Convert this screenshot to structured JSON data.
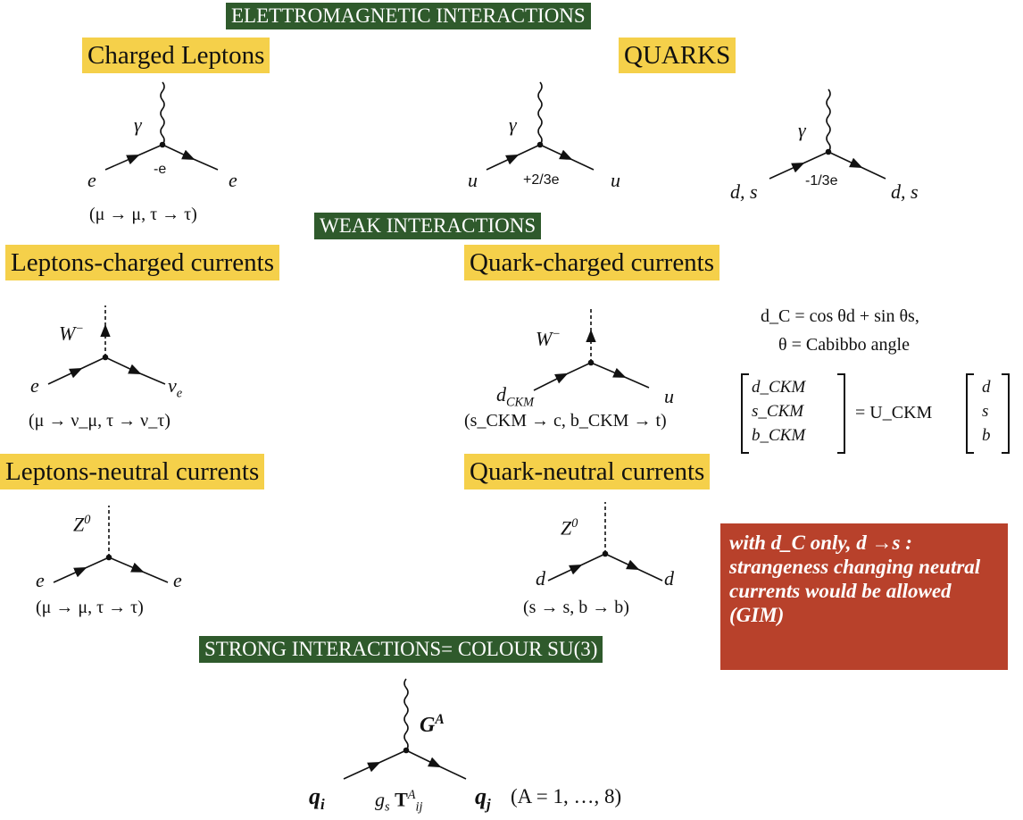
{
  "banners": {
    "em": "ELETTROMAGNETIC INTERACTIONS",
    "weak": "WEAK INTERACTIONS",
    "strong": "STRONG INTERACTIONS= COLOUR SU(3)"
  },
  "headings": {
    "charged_leptons": "Charged Leptons",
    "quarks": "QUARKS",
    "leptons_cc": "Leptons-charged currents",
    "quark_cc": "Quark-charged currents",
    "leptons_nc": "Leptons-neutral currents",
    "quark_nc": "Quark-neutral currents"
  },
  "em": {
    "lepton": {
      "boson": "γ",
      "in": "e",
      "out": "e",
      "charge": "-e",
      "note": "(μ → μ,  τ → τ)"
    },
    "up": {
      "boson": "γ",
      "in": "u",
      "out": "u",
      "charge": "+2/3e"
    },
    "down": {
      "boson": "γ",
      "in": "d, s",
      "out": "d, s",
      "charge": "-1/3e"
    }
  },
  "weak": {
    "lepton_cc": {
      "boson": "W",
      "boson_sup": "−",
      "in": "e",
      "out": "ν",
      "out_sub": "e",
      "note": "(μ → ν_μ,  τ → ν_τ)"
    },
    "quark_cc": {
      "boson": "W",
      "boson_sup": "−",
      "in": "d",
      "in_sub": "CKM",
      "out": "u",
      "note": "(s_CKM → c,  b_CKM → t)"
    },
    "lepton_nc": {
      "boson": "Z",
      "boson_sup": "0",
      "in": "e",
      "out": "e",
      "note": "(μ → μ,  τ → τ)"
    },
    "quark_nc": {
      "boson": "Z",
      "boson_sup": "0",
      "in": "d",
      "out": "d",
      "note": "(s → s,  b → b)"
    }
  },
  "cabibbo": {
    "line1": "d_C = cos θd + sin θs,",
    "line2": "θ = Cabibbo angle",
    "left_vector": [
      "d_CKM",
      "s_CKM",
      "b_CKM"
    ],
    "operator": "= U_CKM",
    "right_vector": [
      "d",
      "s",
      "b"
    ]
  },
  "note": {
    "text": "with d_C only, d →s : strangeness changing neutral currents would be allowed (GIM)"
  },
  "strong": {
    "boson": "G",
    "boson_sup": "A",
    "in": "q",
    "in_sub": "i",
    "out": "q",
    "out_sub": "j",
    "coupling": "g",
    "coupling_sub": "s",
    "generator": "T",
    "generator_sup": "A",
    "generator_sub": "ij",
    "range": "(A = 1,  …, 8)"
  }
}
